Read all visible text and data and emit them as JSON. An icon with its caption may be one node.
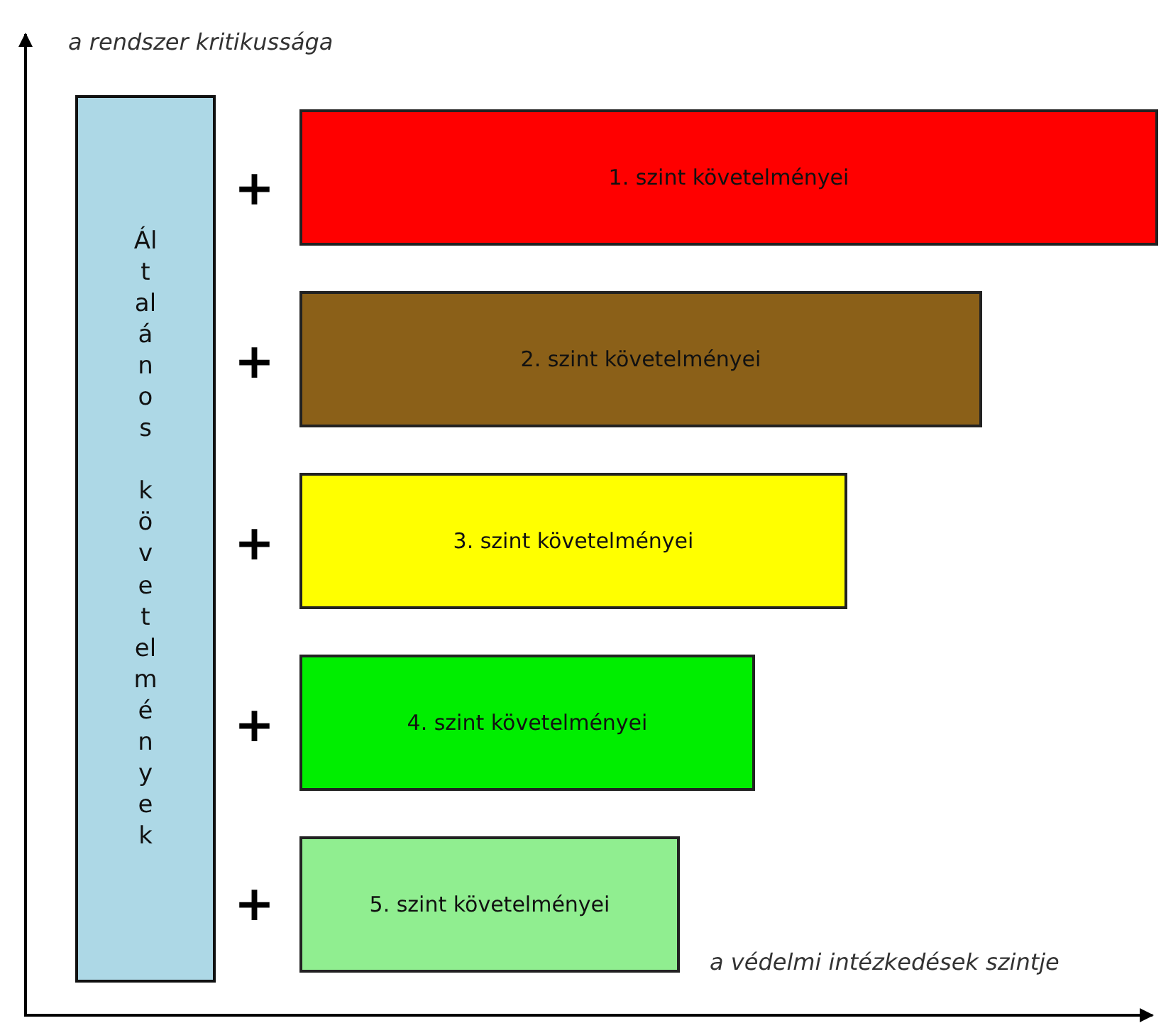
{
  "diagram": {
    "nodes": [
      {
        "text": [
          "Általános követelmények"
        ]
      },
      {
        "text": [
          "1. szint követelményei"
        ]
      },
      {
        "text": [
          "2. szint követelményei"
        ]
      },
      {
        "text": [
          "3. szint követelményei"
        ]
      },
      {
        "text": [
          "4. szint követelményei"
        ]
      },
      {
        "text": [
          "5. szint követelményei"
        ]
      }
    ],
    "labels": [
      "a rendszer kritikussága",
      "+",
      "+",
      "+",
      "+",
      "+",
      "a védelmi intézkedések szintje"
    ]
  }
}
